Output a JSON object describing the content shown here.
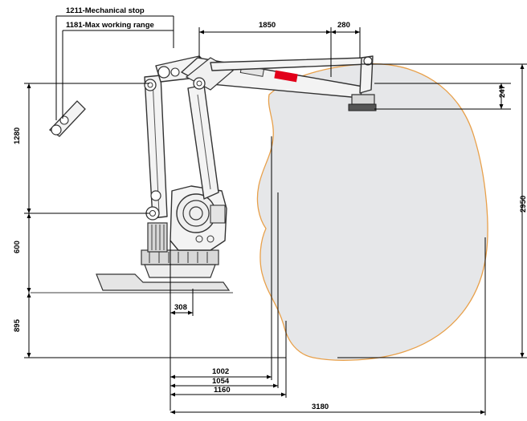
{
  "labels": {
    "mechanical_stop": "1211-Mechanical stop",
    "working_range": "1181-Max working range",
    "top_reach": "1850",
    "top_offset": "280",
    "wrist_height": "247",
    "upper_height": "1280",
    "mid_height": "600",
    "lower_height": "895",
    "total_height": "2950",
    "base_offset": "308",
    "reach_1": "1002",
    "reach_2": "1054",
    "reach_3": "1160",
    "total_reach": "3180",
    "logo": "ABB"
  },
  "colors": {
    "envelope_fill": "#e6e7e9",
    "envelope_stroke": "#e8a04a",
    "logo": "#e2001a",
    "line": "#000000"
  }
}
